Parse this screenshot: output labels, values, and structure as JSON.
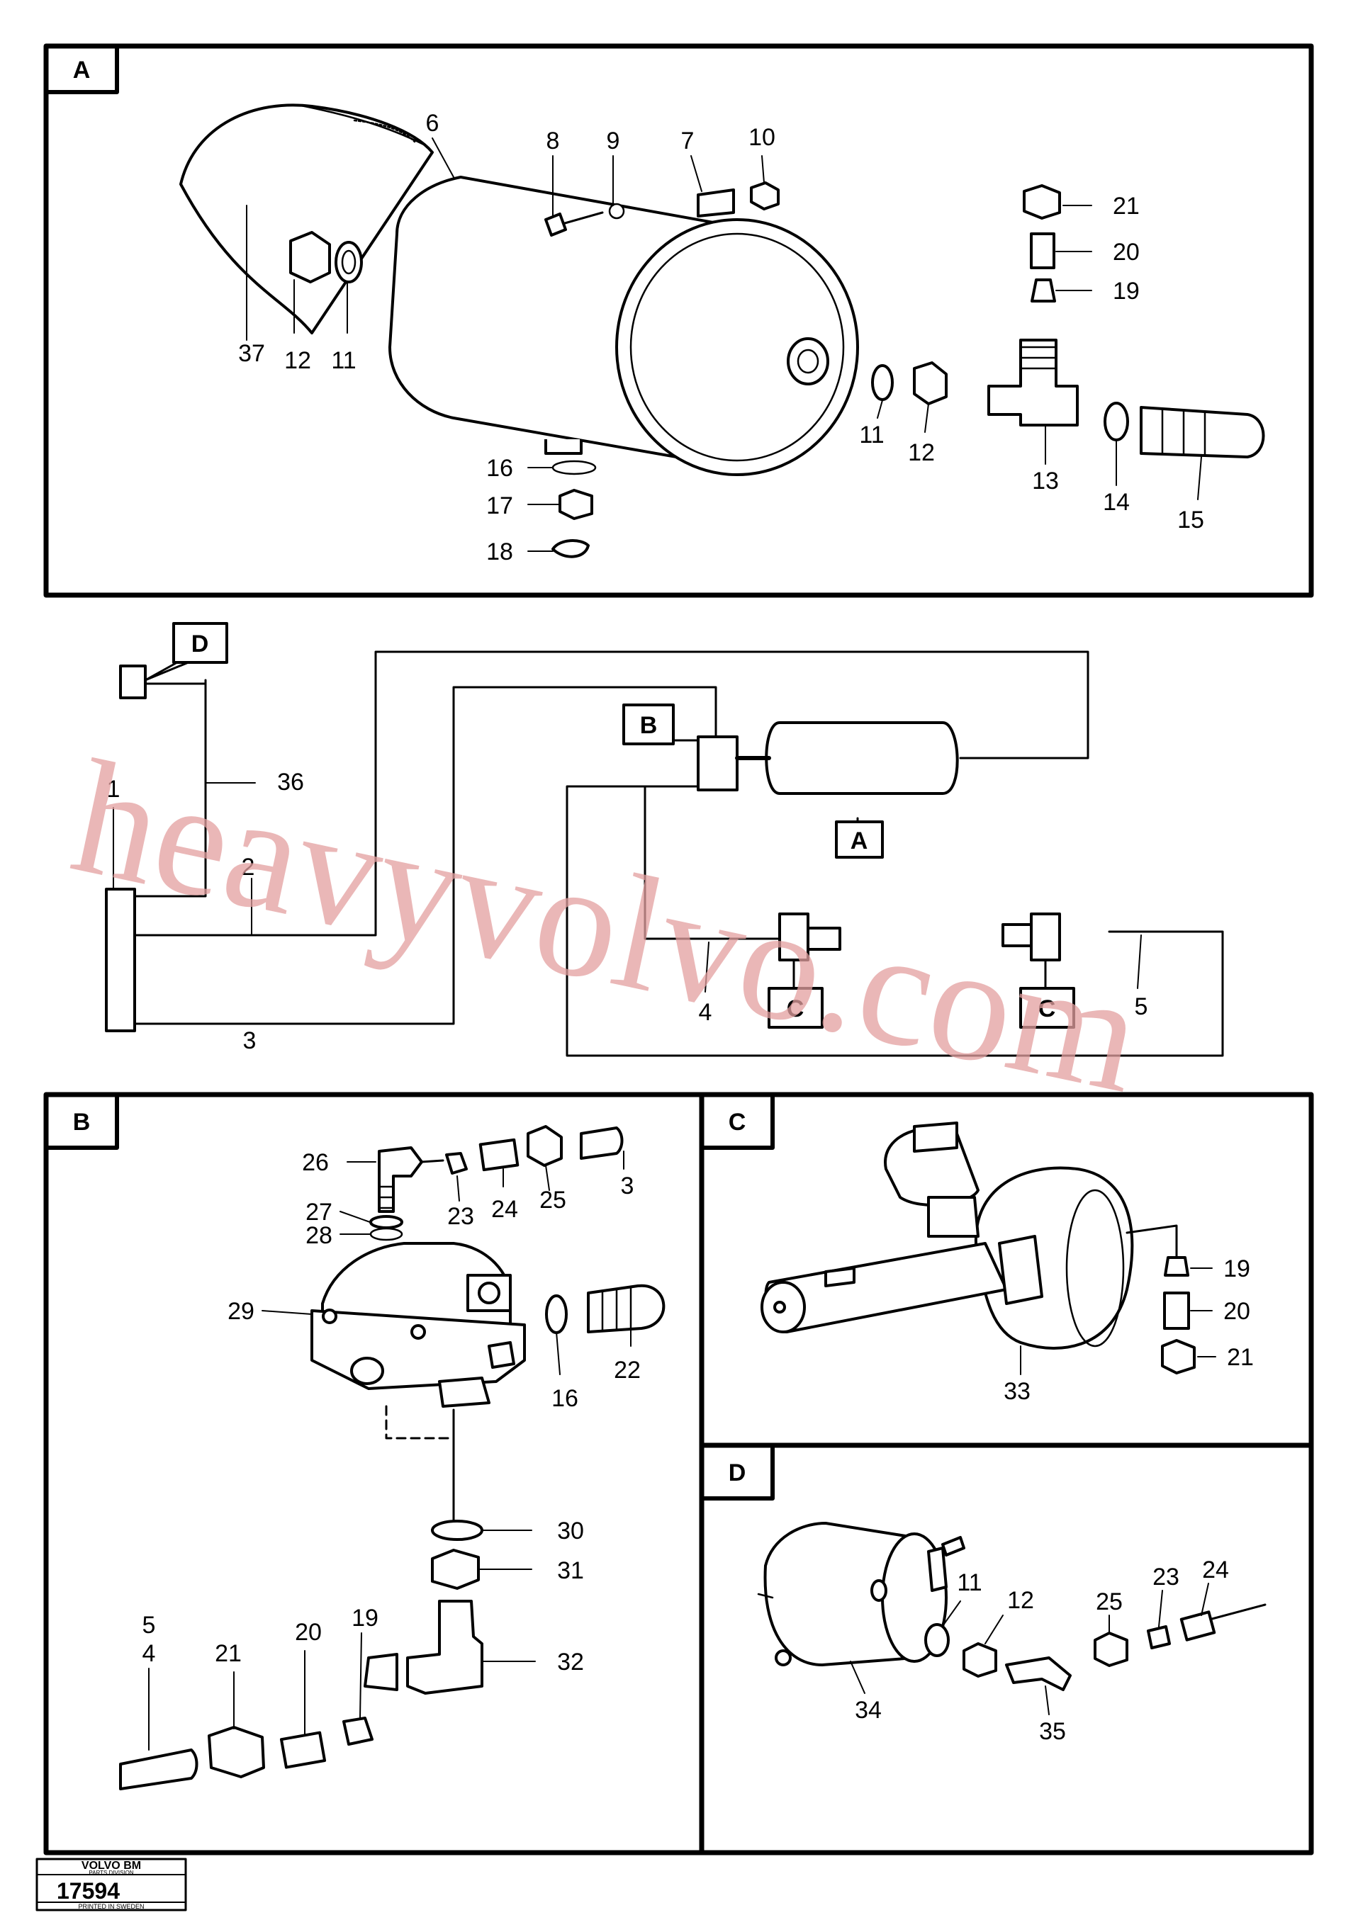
{
  "detail_labels": {
    "A": "A",
    "B": "B",
    "C": "C",
    "D": "D"
  },
  "callouts": {
    "A": [
      "37",
      "12",
      "11",
      "6",
      "8",
      "9",
      "7",
      "10",
      "21",
      "20",
      "19",
      "11",
      "12",
      "13",
      "14",
      "15",
      "16",
      "17",
      "18"
    ],
    "schematic": [
      "1",
      "36",
      "2",
      "3",
      "4",
      "5"
    ],
    "B": [
      "26",
      "27",
      "28",
      "23",
      "24",
      "25",
      "3",
      "29",
      "16",
      "22",
      "30",
      "31",
      "32",
      "5",
      "4",
      "21",
      "20",
      "19"
    ],
    "C": [
      "19",
      "20",
      "33",
      "21"
    ],
    "D": [
      "11",
      "12",
      "25",
      "23",
      "24",
      "34",
      "35"
    ]
  },
  "schematic_tags": {
    "D": "D",
    "B": "B",
    "A": "A",
    "C1": "C",
    "C2": "C"
  },
  "watermark": "heavyvolvo.com",
  "stamp": {
    "brand": "VOLVO BM",
    "division": "PARTS DIVISION",
    "number": "17594",
    "footer": "PRINTED IN SWEDEN"
  }
}
